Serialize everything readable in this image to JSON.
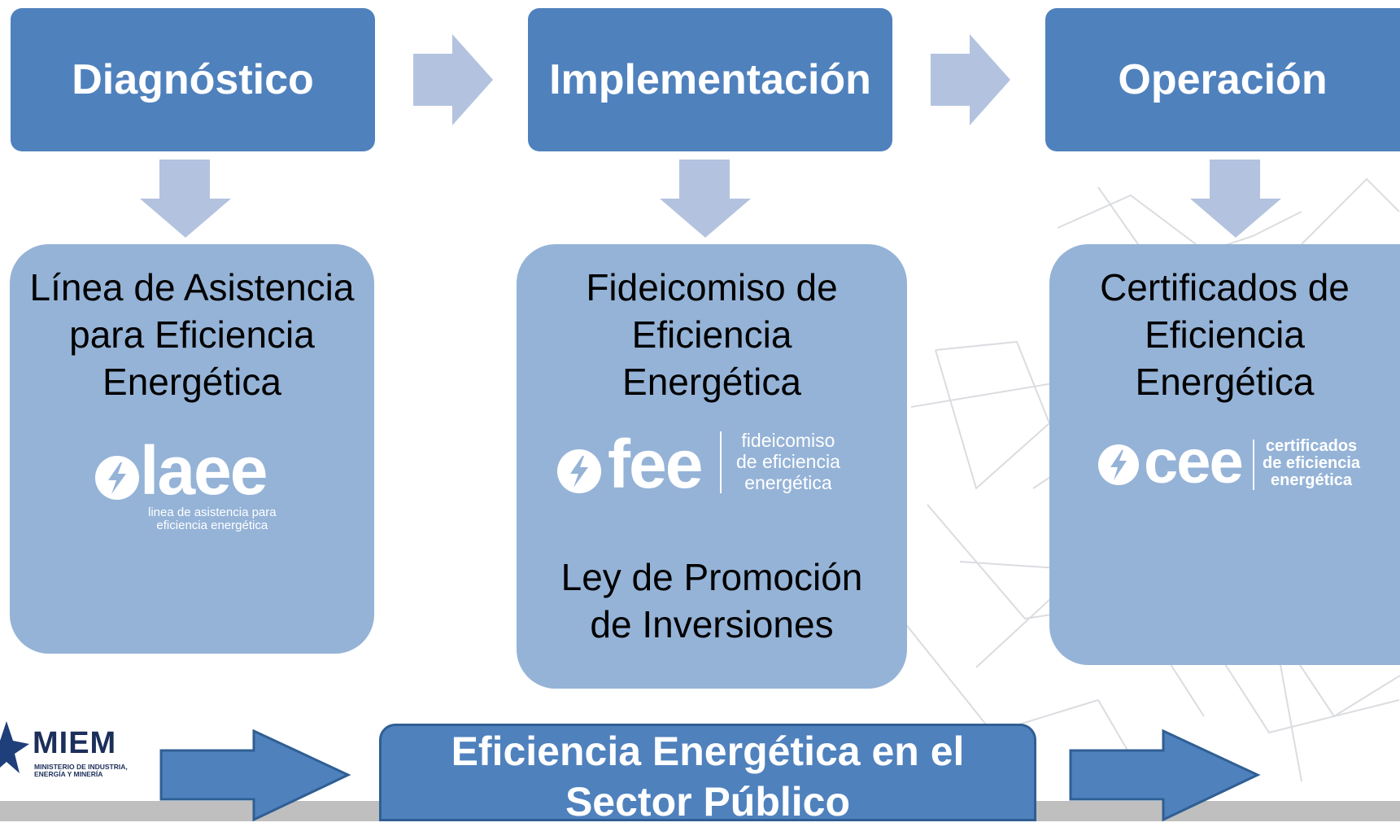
{
  "stages": [
    {
      "label": "Diagnóstico"
    },
    {
      "label": "Implementación"
    },
    {
      "label": "Operación"
    }
  ],
  "cards": {
    "left": {
      "title_lines": [
        "Línea de Asistencia",
        "para Eficiencia",
        "Energética"
      ],
      "logo": {
        "word": "laee",
        "sub_lines": [
          "linea de asistencia para",
          "eficiencia energética"
        ]
      }
    },
    "middle": {
      "title_lines": [
        "Fideicomiso de",
        "Eficiencia",
        "Energética"
      ],
      "logo": {
        "word": "fee",
        "sub_lines": [
          "fideicomiso",
          "de eficiencia",
          "energética"
        ]
      },
      "extra_lines": [
        "Ley de Promoción",
        "de Inversiones"
      ]
    },
    "right": {
      "title_lines": [
        "Certificados de",
        "Eficiencia",
        "Energética"
      ],
      "logo": {
        "word": "cee",
        "sub_lines": [
          "certificados",
          "de eficiencia",
          "energética"
        ]
      }
    }
  },
  "banner": {
    "lines": [
      "Eficiencia Energética en el",
      "Sector Público"
    ]
  },
  "ministry": {
    "name": "MIEM",
    "sub_lines": [
      "MINISTERIO DE INDUSTRIA,",
      "ENERGÍA Y MINERÍA"
    ]
  },
  "colors": {
    "stage_fill": "#4f81bd",
    "card_fill": "#95b3d7",
    "light_arrow": "#b3c3df",
    "banner_arrow": "#4f81bd",
    "footer_bar": "#bfbfbf"
  },
  "icons": [
    "lightning-bolt-icon",
    "arrow-right-icon",
    "arrow-down-icon"
  ]
}
